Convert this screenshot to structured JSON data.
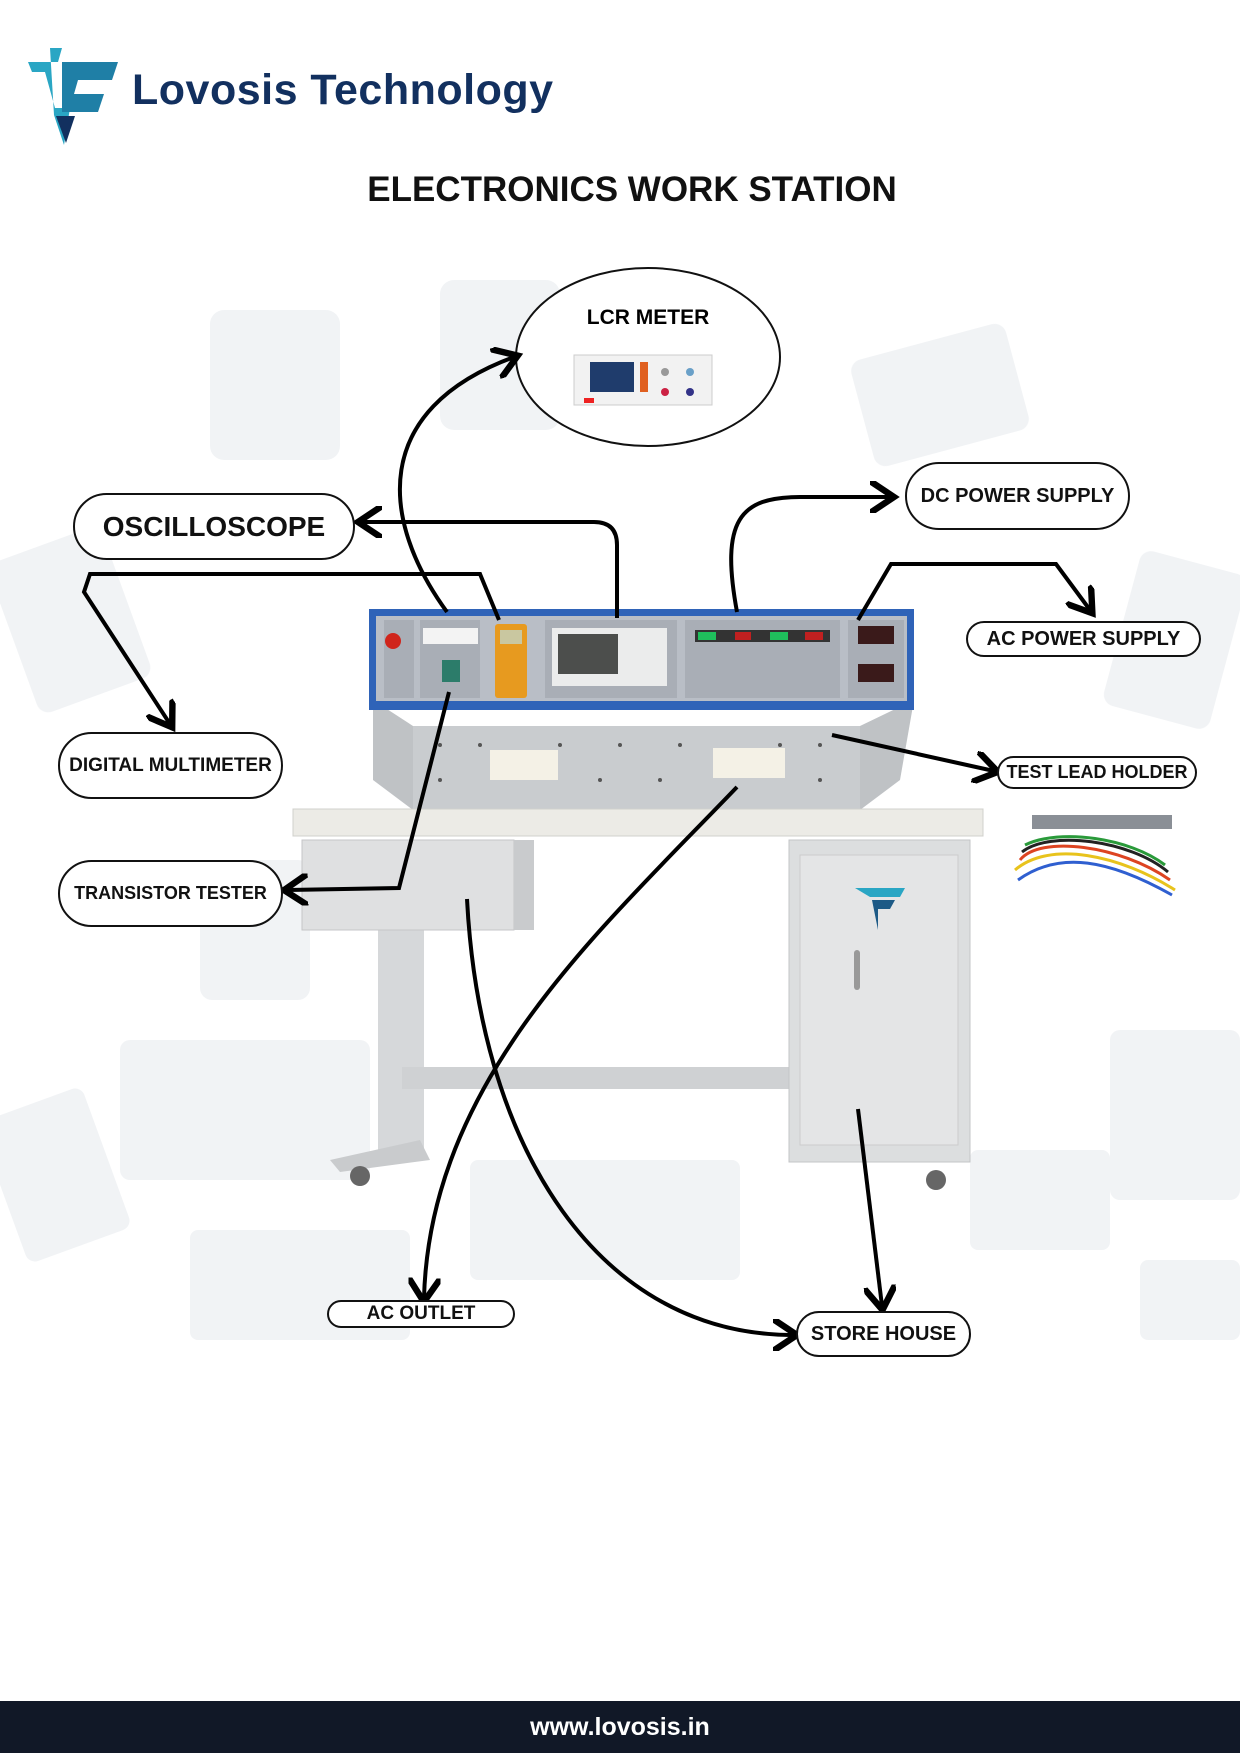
{
  "header": {
    "logo_text": "Lovosis Technology",
    "title": "ELECTRONICS WORK STATION"
  },
  "labels": {
    "lcr_meter": "LCR METER",
    "oscilloscope": "OSCILLOSCOPE",
    "dc_power_supply": "DC POWER SUPPLY",
    "ac_power_supply": "AC POWER SUPPLY",
    "digital_multimeter": "DIGITAL MULTIMETER",
    "test_lead_holder": "TEST LEAD HOLDER",
    "transistor_tester": "TRANSISTOR TESTER",
    "ac_outlet": "AC OUTLET",
    "store_house": "STORE HOUSE"
  },
  "colors": {
    "brand_navy": "#12305f",
    "brand_teal": "#2aa6c4",
    "panel_blue": "#2f63b8",
    "footer_bg": "#111827"
  },
  "footer": {
    "url": "www.lovosis.in"
  }
}
